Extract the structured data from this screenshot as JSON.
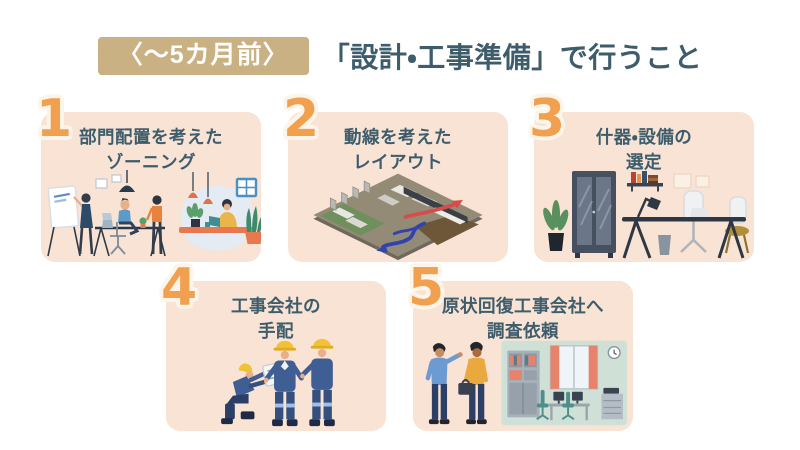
{
  "header": {
    "badge": "〈〜5カ月前〉",
    "title": "「設計・工事準備」で行うこと"
  },
  "steps": [
    {
      "number": "1",
      "title": "部門配置を考えた\nゾーニング",
      "illustration": "office-zoning-illustration"
    },
    {
      "number": "2",
      "title": "動線を考えた\nレイアウト",
      "illustration": "flow-layout-illustration"
    },
    {
      "number": "3",
      "title": "什器・設備の\n選定",
      "illustration": "furniture-selection-illustration"
    },
    {
      "number": "4",
      "title": "工事会社の\n手配",
      "illustration": "construction-workers-illustration"
    },
    {
      "number": "5",
      "title": "原状回復工事会社へ\n調査依頼",
      "illustration": "restoration-survey-illustration"
    }
  ],
  "colors": {
    "background": "#ffffff",
    "card_background": "#f8e3d4",
    "step_number": "#f0a04f",
    "step_number_outline": "#fdf4ea",
    "heading_text": "#3d5c6c",
    "badge_background": "#c9b183",
    "badge_text": "#ffffff"
  }
}
